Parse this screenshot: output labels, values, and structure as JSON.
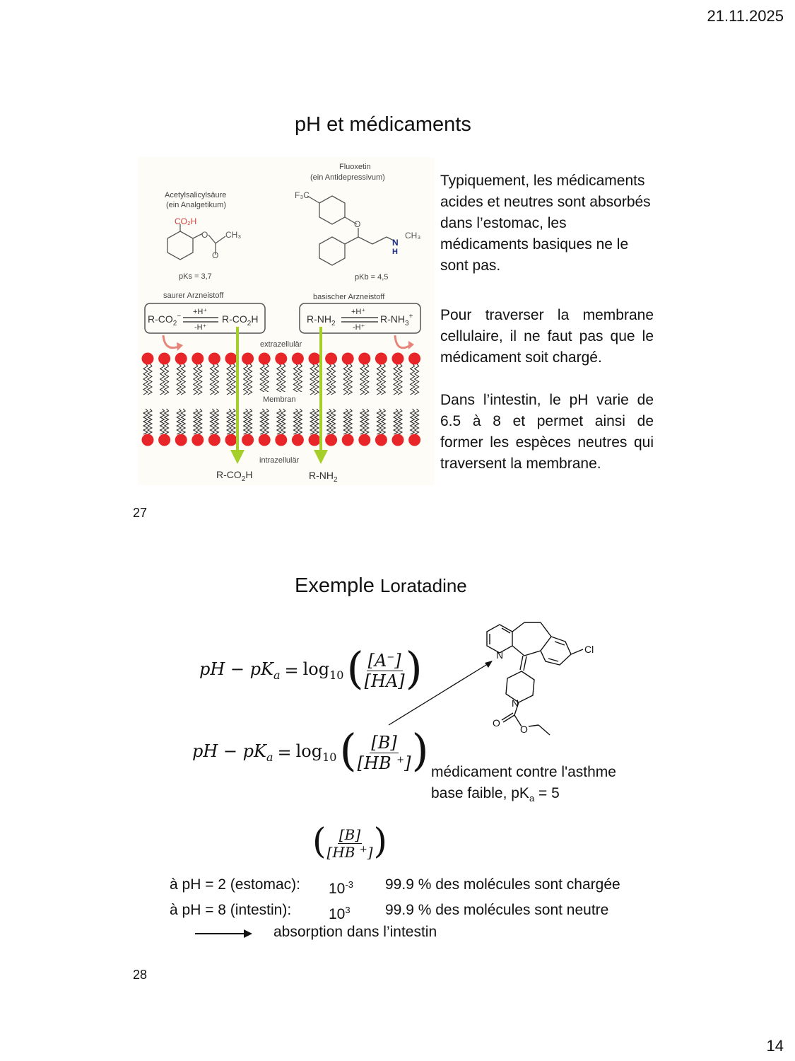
{
  "header": {
    "date": "21.11.2025"
  },
  "slide27": {
    "title": "pH et médicaments",
    "figure": {
      "acid_name": "Acetylsalicylsäure",
      "acid_class": "(ein Analgetikum)",
      "acid_pk": "pKs = 3,7",
      "base_name": "Fluoxetin",
      "base_class": "(ein Antidepressivum)",
      "base_pk": "pKb = 4,5",
      "acid_label": "saurer Arzneistoff",
      "base_label": "basischer Arzneistoff",
      "extra": "extrazellulär",
      "membran": "Membran",
      "intra": "intrazellulär",
      "acid_product": "R-CO2H",
      "base_product": "R-NH2"
    },
    "paragraphs": [
      "Typiquement, les médicaments acides et neutres sont absorbés dans l’estomac, les médicaments basiques ne le sont pas.",
      "Pour traverser la membrane cellulaire, il ne faut pas que le médicament soit chargé.",
      "Dans l’intestin, le pH varie de 6.5 à 8 et permet ainsi de former les espèces neutres qui traversent la membrane."
    ],
    "number": "27"
  },
  "slide28": {
    "title_main": "Exemple ",
    "title_sub": "Loratadine",
    "molecule_labels": {
      "n_ring": "N",
      "cl": "Cl",
      "n_pip": "N",
      "o1": "O",
      "o2": "O"
    },
    "caption_line1": "médicament contre l'asthme",
    "caption_line2_prefix": "base faible, pK",
    "caption_line2_sub": "a",
    "caption_line2_suffix": " = 5",
    "rows": [
      {
        "label": "à pH = 2 (estomac):",
        "ratio_base": "10",
        "ratio_exp": "-3",
        "text": "99.9 % des molécules sont chargée"
      },
      {
        "label": "à pH = 8 (intestin):",
        "ratio_base": "10",
        "ratio_exp": "3",
        "text": "99.9 % des molécules sont neutre"
      }
    ],
    "conclusion": "absorption dans l’intestin",
    "number": "28"
  },
  "footer": {
    "page": "14"
  },
  "colors": {
    "head_red": "#e8262a",
    "arrow_green": "#a6cf2c",
    "curved_arrow": "#e8857a"
  }
}
